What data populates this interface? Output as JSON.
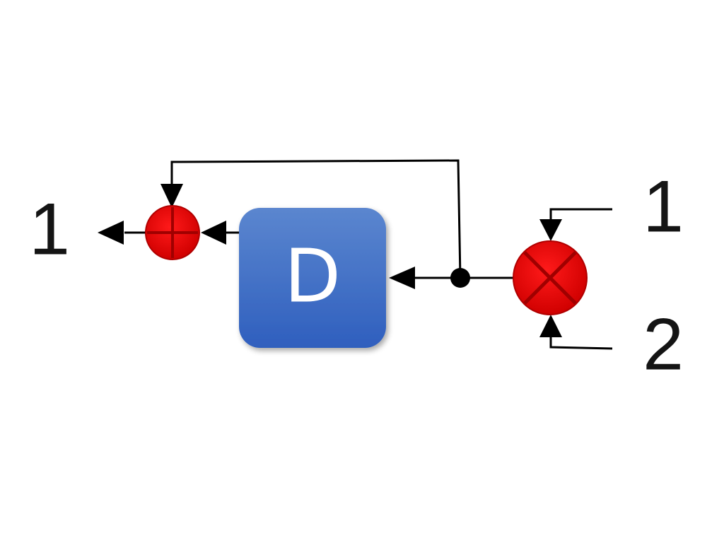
{
  "diagram": {
    "delay_block": {
      "label": "D",
      "color_top": "#5b86cf",
      "color_bottom": "#2f5fbe"
    },
    "adder": {
      "symbol": "plus",
      "color": "#e60000"
    },
    "multiplier": {
      "symbol": "cross",
      "color": "#e60000"
    },
    "output_label": "1",
    "input_labels": {
      "top": "1",
      "bottom": "2"
    },
    "line_color": "#000000"
  }
}
